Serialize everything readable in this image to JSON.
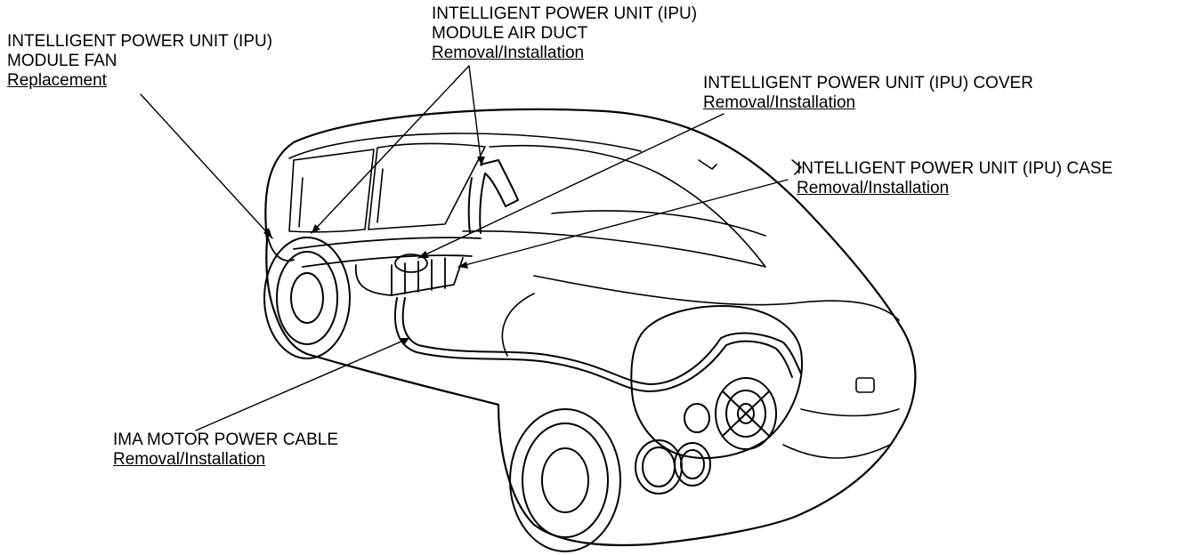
{
  "callouts": {
    "fan": {
      "line1": "INTELLIGENT POWER UNIT (IPU)",
      "line2": "MODULE FAN",
      "action": "Replacement"
    },
    "duct": {
      "line1": "INTELLIGENT POWER UNIT (IPU)",
      "line2": "MODULE AIR DUCT",
      "action": "Removal/Installation"
    },
    "cover": {
      "line1": "INTELLIGENT POWER UNIT (IPU) COVER",
      "action": "Removal/Installation"
    },
    "case": {
      "line1": "INTELLIGENT POWER UNIT (IPU) CASE",
      "action": "Removal/Installation"
    },
    "cable": {
      "line1": "IMA MOTOR POWER CABLE",
      "action": "Removal/Installation"
    }
  }
}
